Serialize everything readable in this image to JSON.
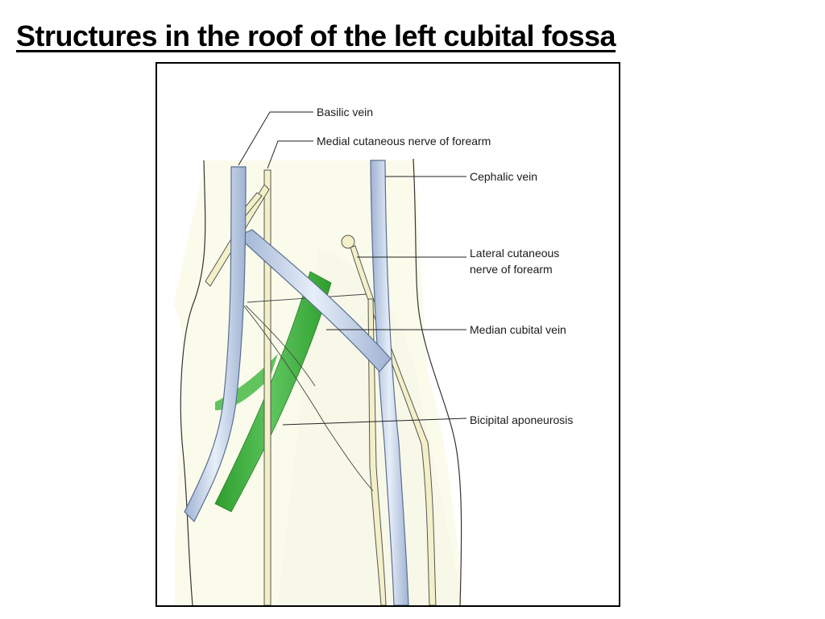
{
  "title": "Structures in the roof of the left cubital fossa",
  "labels": {
    "basilic_vein": "Basilic vein",
    "medial_cutaneous_nerve": "Medial cutaneous nerve of forearm",
    "cephalic_vein": "Cephalic vein",
    "lateral_cutaneous_nerve_line1": "Lateral cutaneous",
    "lateral_cutaneous_nerve_line2": "nerve of forearm",
    "median_cubital_vein": "Median cubital vein",
    "bicipital_aponeurosis": "Bicipital aponeurosis"
  },
  "colors": {
    "vein_fill": "#c9d9ee",
    "vein_outline": "#5a6f8f",
    "aponeurosis": "#3fb23f",
    "nerve": "#f3f0c8",
    "background_tint": "#fbfbec"
  }
}
